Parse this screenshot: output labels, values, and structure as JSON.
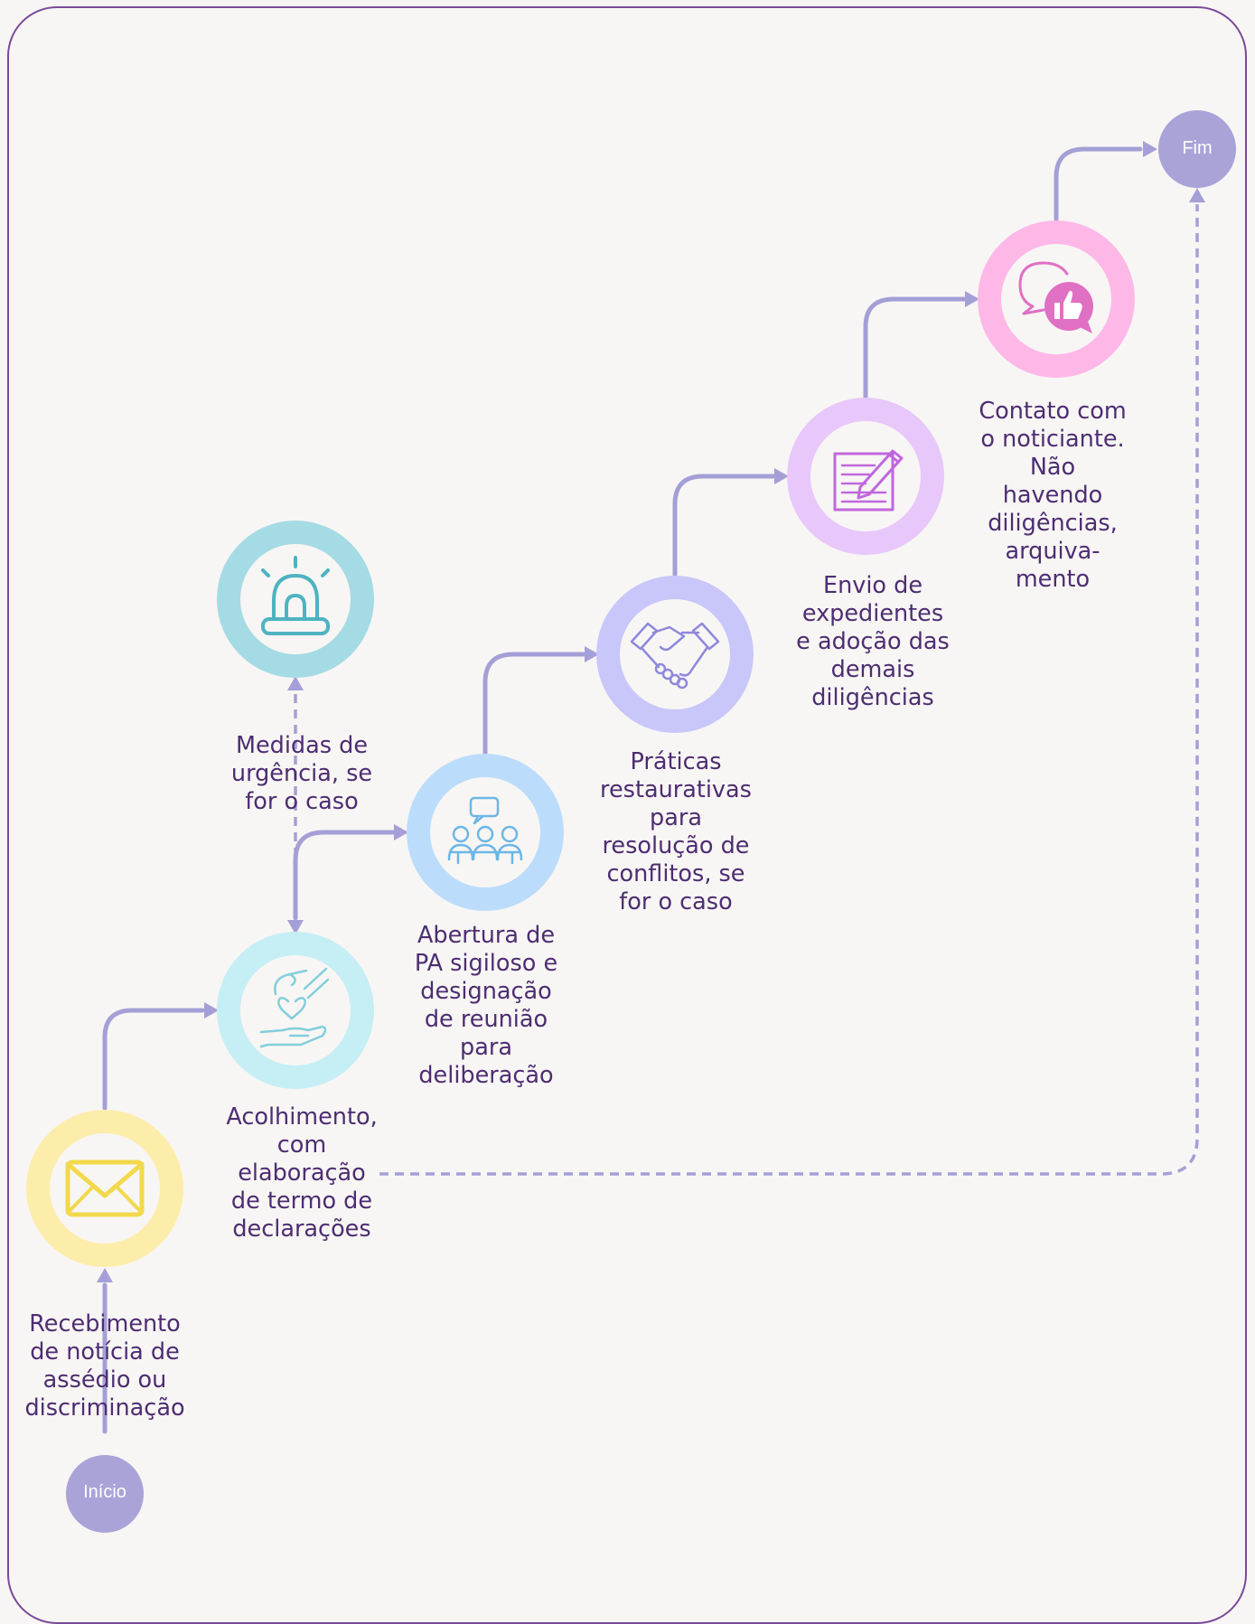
{
  "start_label": "Início",
  "end_label": "Fim",
  "steps": [
    {
      "icon": "envelope-icon",
      "ring_color": "#fcedab",
      "icon_color": "#f2d94c",
      "label_lines": [
        "Recebimento",
        "de notícia de",
        "assédio ou",
        "discriminação"
      ]
    },
    {
      "icon": "hand-heart-icon",
      "ring_color": "#c6eef5",
      "icon_color": "#82cedc",
      "label_lines": [
        "Acolhimento,",
        "com",
        "elaboração",
        "de termo de",
        "declarações"
      ]
    },
    {
      "icon": "meeting-icon",
      "ring_color": "#bcdcfc",
      "icon_color": "#6cb7e6",
      "label_lines": [
        "Abertura de",
        "PA sigiloso e",
        "designação",
        "de reunião",
        "para",
        "deliberação"
      ]
    },
    {
      "icon": "handshake-icon",
      "ring_color": "#c9c6fa",
      "icon_color": "#8e88dc",
      "label_lines": [
        "Práticas",
        "restaurativas",
        "para",
        "resolução de",
        "conflitos, se",
        "for o caso"
      ]
    },
    {
      "icon": "document-pen-icon",
      "ring_color": "#e8c7fb",
      "icon_color": "#c067dd",
      "label_lines": [
        "Envio de",
        "expedientes",
        "e adoção das",
        "demais",
        "diligências"
      ]
    },
    {
      "icon": "chat-thumbs-up-icon",
      "ring_color": "#fdb8e8",
      "icon_color": "#e070c4",
      "label_lines": [
        "Contato com",
        "o noticiante.",
        "Não",
        "havendo",
        "diligências,",
        "arquiva-",
        "mento"
      ]
    }
  ],
  "urgent": {
    "icon": "alarm-light-icon",
    "ring_color": "#a5dbe4",
    "icon_color": "#4eb3c1",
    "label_lines": [
      "Medidas de",
      "urgência, se",
      "for o caso"
    ]
  },
  "colors": {
    "connector": "#a59fd7",
    "terminal": "#a9a3d8",
    "text": "#4d2d72",
    "frame": "#7a4a9a",
    "background": "#f8f6f4"
  }
}
